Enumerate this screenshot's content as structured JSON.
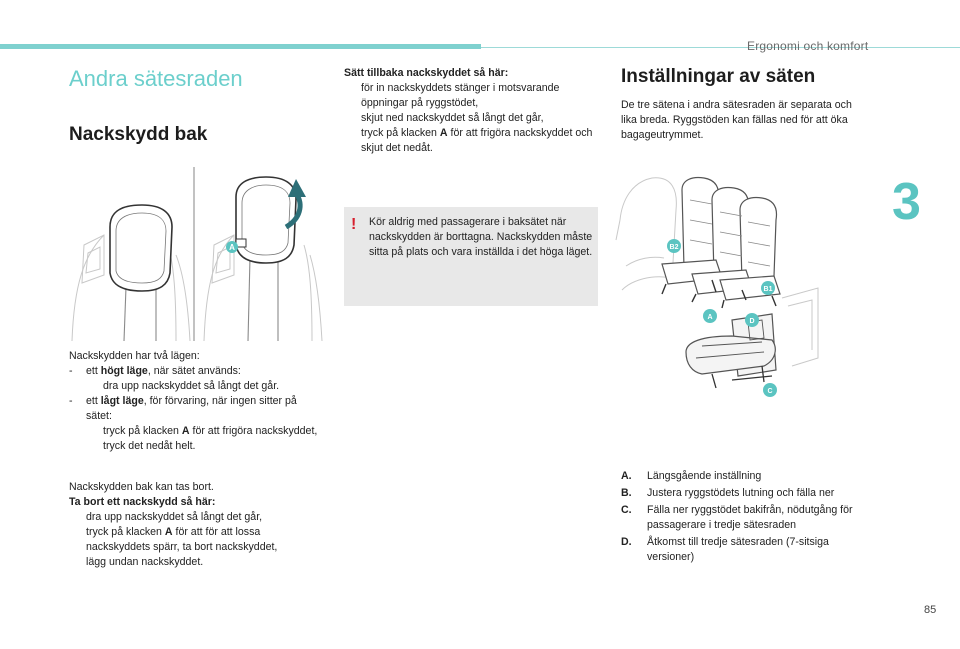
{
  "header": {
    "title": "Ergonomi och komfort",
    "chapter": "3",
    "page": "85"
  },
  "left": {
    "section_title": "Andra sätesraden",
    "subtitle": "Nackskydd bak",
    "figure_label": "A",
    "positions_intro": "Nackskydden har två lägen:",
    "high_prefix": "ett ",
    "high_bold": "högt läge",
    "high_suffix": ", när sätet används:",
    "high_step": "dra upp nackskyddet så långt det går.",
    "low_prefix": "ett ",
    "low_bold": "lågt läge",
    "low_suffix": ", för förvaring, när ingen sitter på sätet:",
    "low_step_a": "tryck på klacken ",
    "low_step_b": " för att frigöra nackskyddet, tryck det nedåt helt.",
    "removable": "Nackskydden bak kan tas bort.",
    "remove_title": "Ta bort ett nackskydd så här:",
    "remove_step1": "dra upp nackskyddet så långt det går,",
    "remove_step2a": "tryck på klacken ",
    "remove_step2b": " för att för att lossa nackskyddets spärr, ta bort nackskyddet,",
    "remove_step3": "lägg undan nackskyddet."
  },
  "middle": {
    "refit_title": "Sätt tillbaka nackskyddet så här:",
    "refit_step1": "för in nackskyddets stänger i motsvarande öppningar på ryggstödet,",
    "refit_step2": "skjut ned nackskyddet så långt det går,",
    "refit_step3a": "tryck på klacken ",
    "refit_step3b": " för att frigöra nackskyddet och skjut det nedåt.",
    "warning": "Kör aldrig med passagerare i baksätet när nackskydden är borttagna. Nackskydden måste sitta på plats och vara inställda i det höga läget."
  },
  "right": {
    "title": "Inställningar av säten",
    "intro": "De tre sätena i andra sätesraden är separata och lika breda. Ryggstöden kan fällas ned för att öka bagageutrymmet.",
    "badges": [
      "B2",
      "B1",
      "A",
      "D",
      "C"
    ],
    "legend": [
      {
        "key": "A.",
        "text": "Längsgående inställning"
      },
      {
        "key": "B.",
        "text": "Justera ryggstödets lutning och fälla ner"
      },
      {
        "key": "C.",
        "text": "Fälla ner ryggstödet bakifrån, nödutgång för passagerare i tredje sätesraden"
      },
      {
        "key": "D.",
        "text": "Åtkomst till tredje sätesraden (7-sitsiga versioner)"
      }
    ]
  },
  "bold_key": "A",
  "bullet_glyph": "",
  "dash": "-",
  "colors": {
    "accent": "#5bc4c1",
    "warning_bg": "#e8e8e8",
    "warning_icon": "#d61f2d",
    "figure_fill": "#a5a7a8"
  }
}
